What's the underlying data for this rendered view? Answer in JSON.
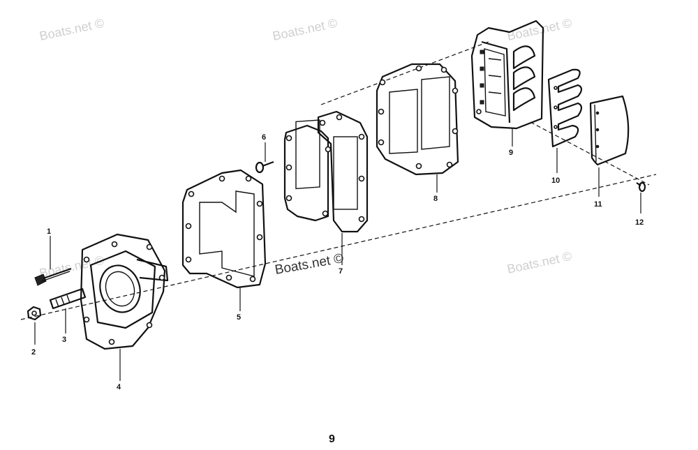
{
  "watermarks": [
    "Boats.net ©",
    "Boats.net ©",
    "Boats.net ©",
    "Boats.net ©",
    "Boats.net ©"
  ],
  "watermark_main": "Boats.net ©",
  "callouts": {
    "c1": "1",
    "c2": "2",
    "c3": "3",
    "c4": "4",
    "c5": "5",
    "c6": "6",
    "c7": "7",
    "c8": "8",
    "c9": "9",
    "c10": "10",
    "c11": "11",
    "c12": "12"
  },
  "page_number": "9"
}
